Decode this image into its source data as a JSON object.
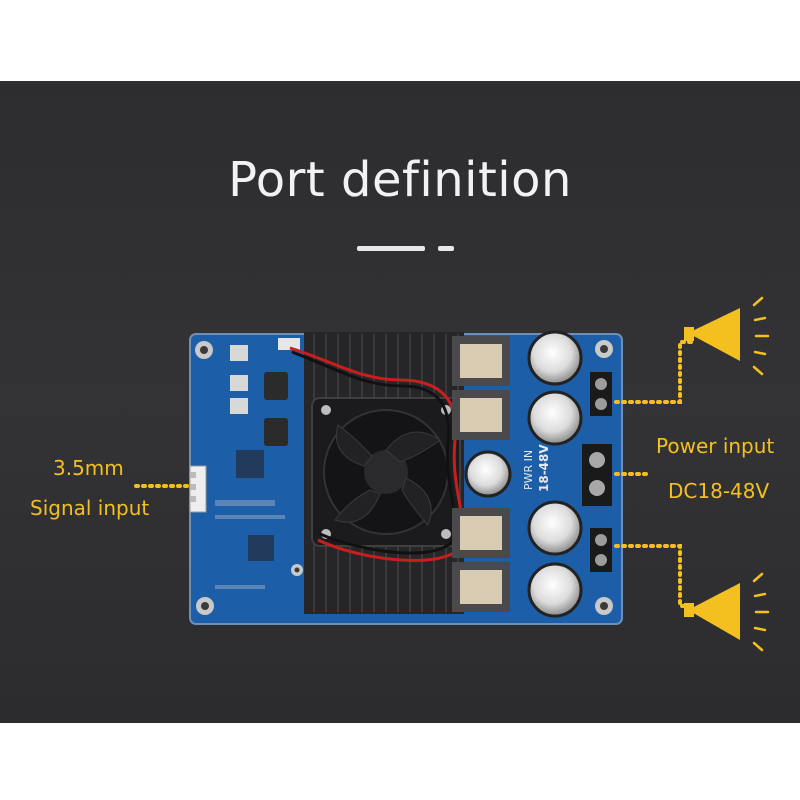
{
  "title": "Port definition",
  "labels": {
    "signal_size": "3.5mm",
    "signal_input": "Signal input",
    "power_input": "Power input",
    "power_voltage": "DC18-48V"
  },
  "board_text": {
    "pwr_in": "PWR IN",
    "voltage": "18-48V"
  },
  "colors": {
    "panel": "#303032",
    "accent": "#f4c01f",
    "pcb": "#1d5fa8",
    "heatsink": "#2a2a2c"
  },
  "icons": [
    "speaker-icon",
    "fan-icon"
  ]
}
